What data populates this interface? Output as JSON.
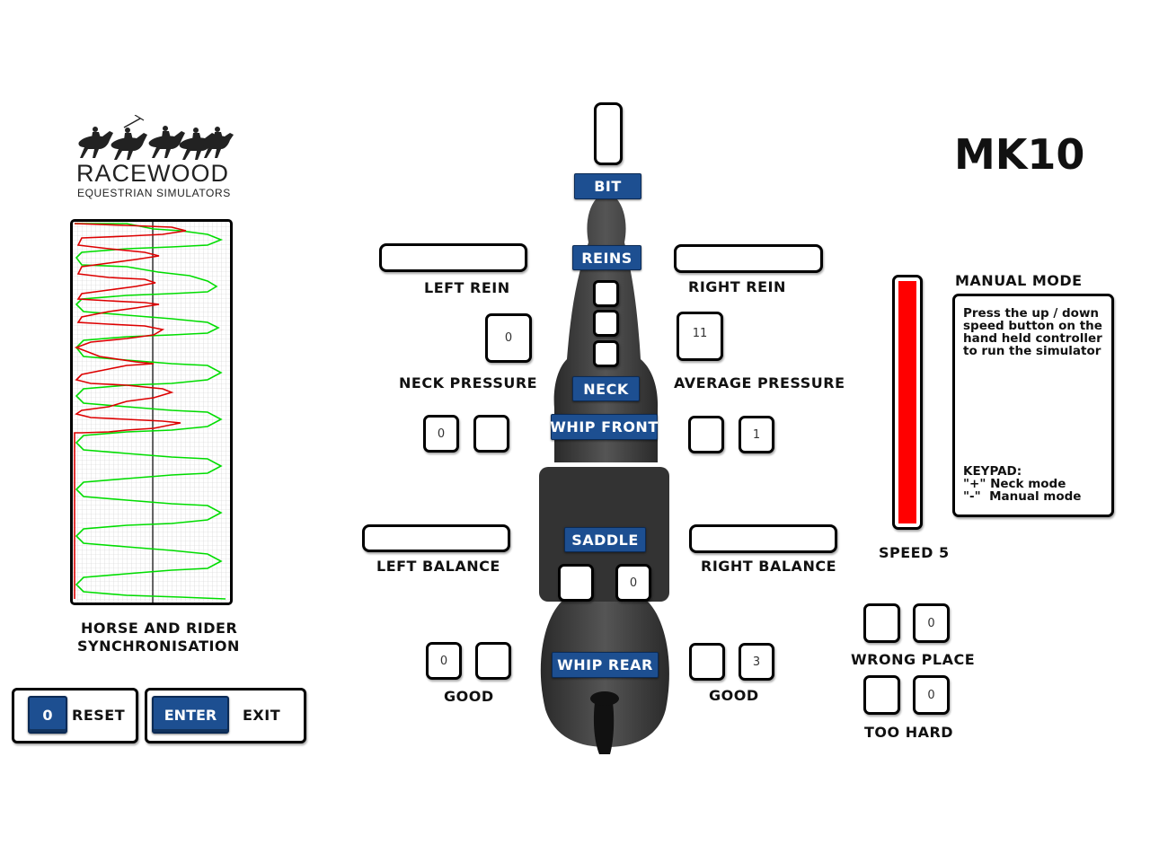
{
  "brand": {
    "name": "RACEWOOD",
    "tagline": "EQUESTRIAN SIMULATORS"
  },
  "model": "MK10",
  "sync_chart": {
    "label_line1": "HORSE AND RIDER",
    "label_line2": "SYNCHRONISATION"
  },
  "controls": {
    "reset_key": "0",
    "reset_label": "RESET",
    "enter_key": "ENTER",
    "exit_label": "EXIT"
  },
  "horse_buttons": {
    "bit": "BIT",
    "reins": "REINS",
    "neck": "NECK",
    "whip_front": "WHIP FRONT",
    "saddle": "SADDLE",
    "whip_rear": "WHIP REAR"
  },
  "rein": {
    "left_label": "LEFT REIN",
    "right_label": "RIGHT REIN"
  },
  "pressure": {
    "neck_label": "NECK PRESSURE",
    "neck_value": "0",
    "average_label": "AVERAGE PRESSURE",
    "average_value": "11"
  },
  "whip_front_counters": {
    "left_a": "0",
    "left_b": "",
    "right_a": "",
    "right_b": "1"
  },
  "balance": {
    "left_label": "LEFT BALANCE",
    "right_label": "RIGHT BALANCE"
  },
  "saddle_counters": {
    "a": "",
    "b": "0"
  },
  "whip_rear_counters": {
    "left_a": "0",
    "left_b": "",
    "left_label": "GOOD",
    "right_a": "",
    "right_b": "3",
    "right_label": "GOOD"
  },
  "speed": {
    "label": "SPEED 5",
    "color": "#ff0000"
  },
  "manual_mode": {
    "title": "MANUAL MODE",
    "instructions": "Press the up / down speed button on the hand held controller to run the simulator",
    "keypad_title": "KEYPAD:",
    "keypad_line1": "\"+\" Neck mode",
    "keypad_line2": "\"-\"  Manual mode"
  },
  "feedback": {
    "wrong_place_label": "WRONG PLACE",
    "wrong_place_a": "",
    "wrong_place_b": "0",
    "too_hard_label": "TOO HARD",
    "too_hard_a": "",
    "too_hard_b": "0"
  },
  "colors": {
    "button_blue": "#1d4f91",
    "horse_line": "#00dd00",
    "rider_line": "#dd0000"
  }
}
